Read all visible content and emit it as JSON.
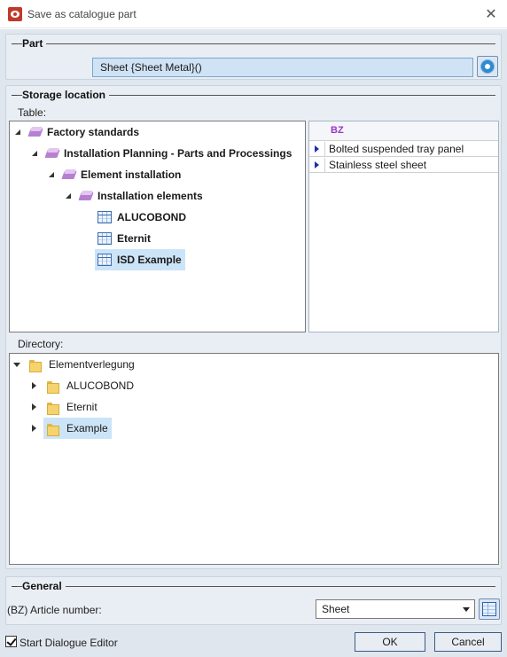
{
  "window": {
    "title": "Save as catalogue part",
    "close_symbol": "✕"
  },
  "part": {
    "heading": "Part",
    "value": "Sheet {Sheet Metal}()"
  },
  "storage": {
    "heading": "Storage location",
    "table_label": "Table:",
    "tree": [
      {
        "label": "Factory standards",
        "bold": true,
        "icon": "book-icon",
        "expanded": true
      },
      {
        "label": "Installation Planning - Parts and Processings",
        "bold": true,
        "icon": "book-icon",
        "expanded": true
      },
      {
        "label": "Element installation",
        "bold": true,
        "icon": "book-icon",
        "expanded": true
      },
      {
        "label": "Installation elements",
        "bold": true,
        "icon": "book-icon",
        "expanded": true
      },
      {
        "label": "ALUCOBOND",
        "bold": true,
        "icon": "table-icon"
      },
      {
        "label": "Eternit",
        "bold": true,
        "icon": "table-icon"
      },
      {
        "label": "ISD Example",
        "bold": true,
        "icon": "table-icon",
        "selected": true
      }
    ],
    "grid": {
      "column": "BZ",
      "rows": [
        "Bolted suspended tray panel",
        "Stainless steel sheet"
      ]
    },
    "directory_label": "Directory:",
    "directory": [
      {
        "label": "Elementverlegung",
        "expanded": true
      },
      {
        "label": "ALUCOBOND"
      },
      {
        "label": "Eternit"
      },
      {
        "label": "Example",
        "selected": true
      }
    ]
  },
  "general": {
    "heading": "General",
    "article_label": "(BZ) Article number:",
    "article_value": "Sheet"
  },
  "footer": {
    "checkbox_label": "Start Dialogue Editor",
    "checkbox_checked": true,
    "ok_label": "OK",
    "cancel_label": "Cancel"
  },
  "colors": {
    "accent": "#9b35c9",
    "selection": "#cce4f7",
    "part_field": "#cfe3f5",
    "dialog_bg": "#dfe6ee"
  }
}
